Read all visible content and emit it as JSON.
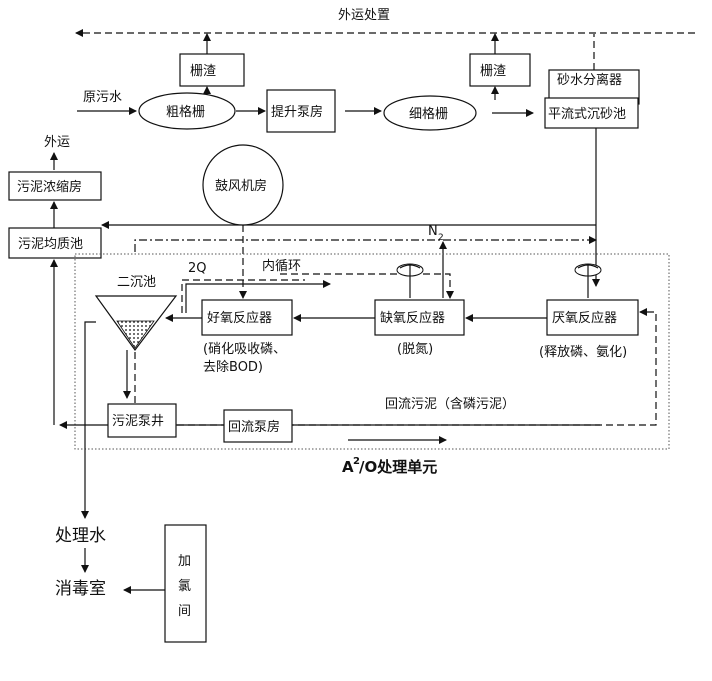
{
  "labels": {
    "external_disposal": "外运处置",
    "screenings_left": "栅渣",
    "screenings_right": "栅渣",
    "raw_sewage": "原污水",
    "coarse_screen": "粗格栅",
    "lift_pump_house": "提升泵房",
    "fine_screen": "细格栅",
    "sand_water_separator": "砂水分离器",
    "advection_grit_chamber": "平流式沉砂池",
    "external_transport": "外运",
    "sludge_thickening_house": "污泥浓缩房",
    "sludge_homogenizing_tank": "污泥均质池",
    "blower_room": "鼓风机房",
    "nitrogen_gas": "N",
    "nitrogen_subscript": "2",
    "two_q": "2Q",
    "internal_recirculation": "内循环",
    "secondary_clarifier": "二沉池",
    "aerobic_reactor": "好氧反应器",
    "anoxic_reactor": "缺氧反应器",
    "anaerobic_reactor": "厌氧反应器",
    "aerobic_note_line1": "(硝化吸收磷、",
    "aerobic_note_line2": "去除BOD)",
    "anoxic_note": "(脱氮)",
    "anaerobic_note": "(释放磷、氨化)",
    "return_sludge": "回流污泥（含磷污泥）",
    "sludge_pump_well": "污泥泵井",
    "return_pump_house": "回流泵房",
    "unit_title_prefix": "A",
    "unit_title_superscript": "2",
    "unit_title_suffix": "/O处理单元",
    "treated_water": "处理水",
    "disinfection_room": "消毒室",
    "chlorination_room_chars": [
      "加",
      "氯",
      "间"
    ]
  }
}
